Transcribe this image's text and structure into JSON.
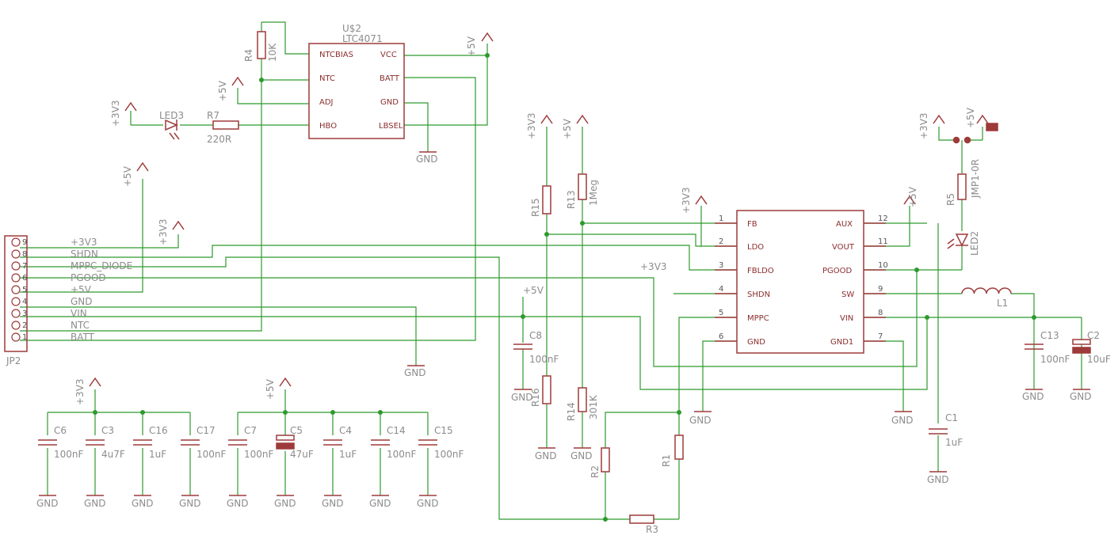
{
  "colors": {
    "wire": "#2e9a2e",
    "part": "#9e3a3a",
    "label": "#8c8c8c",
    "background": "#ffffff"
  },
  "ic1": {
    "name": "U$2",
    "value": "LTC4071",
    "left_pins": [
      "NTCBIAS",
      "NTC",
      "ADJ",
      "HBO"
    ],
    "right_pins": [
      "VCC",
      "BATT",
      "GND",
      "LBSEL"
    ]
  },
  "ic2": {
    "left_pins": [
      {
        "num": "1",
        "name": "FB"
      },
      {
        "num": "2",
        "name": "LDO"
      },
      {
        "num": "3",
        "name": "FBLDO"
      },
      {
        "num": "4",
        "name": "SHDN"
      },
      {
        "num": "5",
        "name": "MPPC"
      },
      {
        "num": "6",
        "name": "GND"
      }
    ],
    "right_pins": [
      {
        "num": "12",
        "name": "AUX"
      },
      {
        "num": "11",
        "name": "VOUT"
      },
      {
        "num": "10",
        "name": "PGOOD"
      },
      {
        "num": "9",
        "name": "SW"
      },
      {
        "num": "8",
        "name": "VIN"
      },
      {
        "num": "7",
        "name": "GND1"
      }
    ]
  },
  "connector": {
    "name": "JP2",
    "pins": [
      {
        "num": "9",
        "net": "+3V3"
      },
      {
        "num": "8",
        "net": "SHDN"
      },
      {
        "num": "7",
        "net": "MPPC_DIODE"
      },
      {
        "num": "6",
        "net": "PGOOD"
      },
      {
        "num": "5",
        "net": "+5V"
      },
      {
        "num": "4",
        "net": "GND"
      },
      {
        "num": "3",
        "net": "VIN"
      },
      {
        "num": "2",
        "net": "NTC"
      },
      {
        "num": "1",
        "net": "BATT"
      }
    ]
  },
  "nets": {
    "gnd": "GND",
    "v5": "+5V",
    "v33": "+3V3"
  },
  "parts": {
    "R4": {
      "name": "R4",
      "value": "10K"
    },
    "R7": {
      "name": "R7",
      "value": "220R"
    },
    "LED3": {
      "name": "LED3"
    },
    "R15": {
      "name": "R15"
    },
    "R13": {
      "name": "R13",
      "value": "1Meg"
    },
    "C8": {
      "name": "C8",
      "value": "100nF"
    },
    "R16": {
      "name": "R16"
    },
    "R14": {
      "name": "R14",
      "value": "301K"
    },
    "R1": {
      "name": "R1"
    },
    "R2": {
      "name": "R2"
    },
    "R3": {
      "name": "R3"
    },
    "R5": {
      "name": "R5"
    },
    "LED2": {
      "name": "LED2"
    },
    "JMP1": {
      "name": "JMP1-0R"
    },
    "L1": {
      "name": "L1"
    },
    "C13": {
      "name": "C13",
      "value": "100nF"
    },
    "C2": {
      "name": "C2",
      "value": "10uF"
    },
    "C1": {
      "name": "C1",
      "value": "1uF"
    },
    "C6": {
      "name": "C6",
      "value": "100nF"
    },
    "C3": {
      "name": "C3",
      "value": "4u7F"
    },
    "C16": {
      "name": "C16",
      "value": "1uF"
    },
    "C17": {
      "name": "C17",
      "value": "100nF"
    },
    "C7": {
      "name": "C7",
      "value": "100nF"
    },
    "C5": {
      "name": "C5",
      "value": "47uF"
    },
    "C4": {
      "name": "C4",
      "value": "1uF"
    },
    "C14": {
      "name": "C14",
      "value": "100nF"
    },
    "C15": {
      "name": "C15",
      "value": "100nF"
    }
  }
}
